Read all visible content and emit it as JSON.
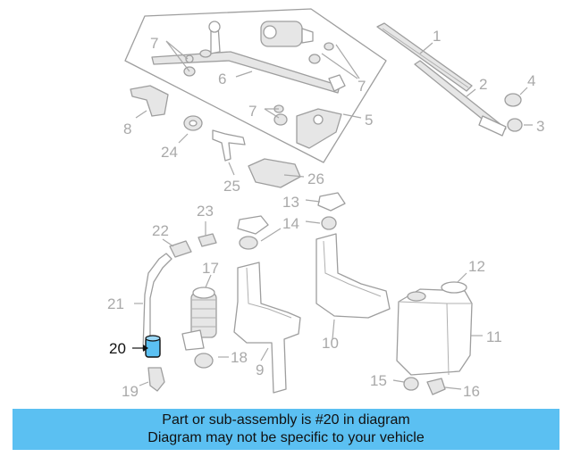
{
  "diagram": {
    "highlight_color": "#5bc0f2",
    "highlighted_part": "20",
    "callouts": [
      "1",
      "2",
      "3",
      "4",
      "5",
      "6",
      "7",
      "7",
      "7",
      "8",
      "9",
      "10",
      "11",
      "12",
      "13",
      "14",
      "15",
      "16",
      "17",
      "18",
      "19",
      "20",
      "21",
      "22",
      "23",
      "24",
      "25",
      "26"
    ]
  },
  "banner": {
    "line1": "Part or sub-assembly is #20 in diagram",
    "line2": "Diagram may not be specific to your vehicle"
  }
}
